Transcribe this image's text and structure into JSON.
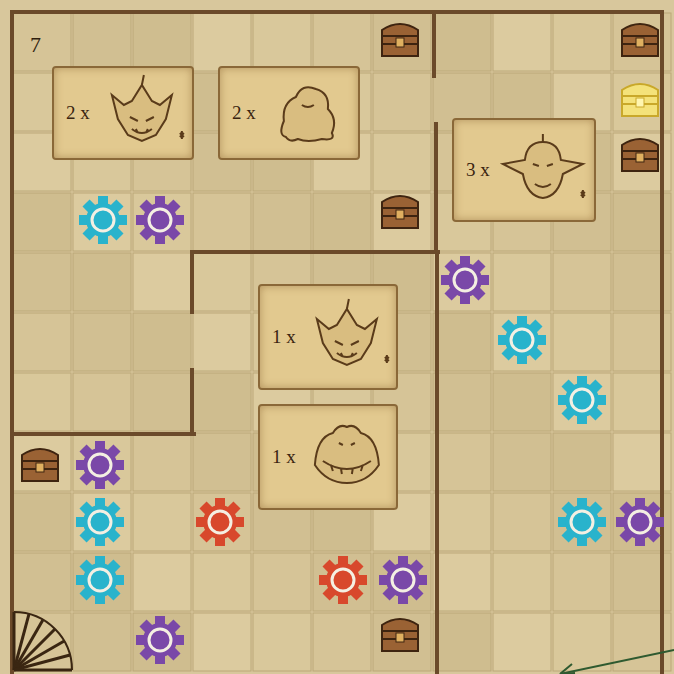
{
  "diagram": {
    "nodes": [
      {
        "text": [
          "2 x"
        ]
      },
      {
        "text": [
          "2 x"
        ]
      },
      {
        "text": [
          "3 x"
        ]
      },
      {
        "text": [
          "1 x"
        ]
      },
      {
        "text": [
          "1 x"
        ]
      }
    ],
    "labels": [
      "7"
    ]
  }
}
